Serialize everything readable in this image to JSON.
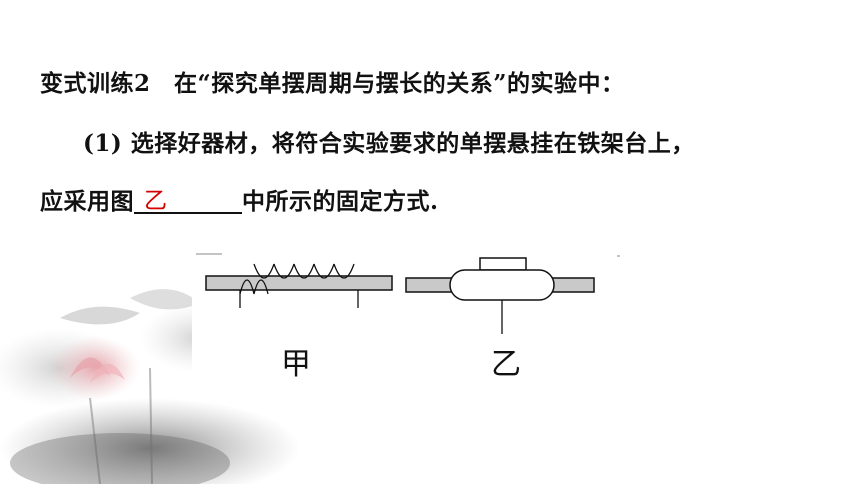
{
  "problem": {
    "line1": "变式训练2　在“探究单摆周期与摆长的关系”的实验中：",
    "line2": "(1) 选择好器材，将符合实验要求的单摆悬挂在铁架台上，",
    "line3_before": "应采用图",
    "answer": "乙",
    "line3_after": "中所示的固定方式."
  },
  "figure": {
    "label_left": "甲",
    "label_right": "乙"
  },
  "colors": {
    "text": "#111111",
    "answer": "#d20000"
  }
}
